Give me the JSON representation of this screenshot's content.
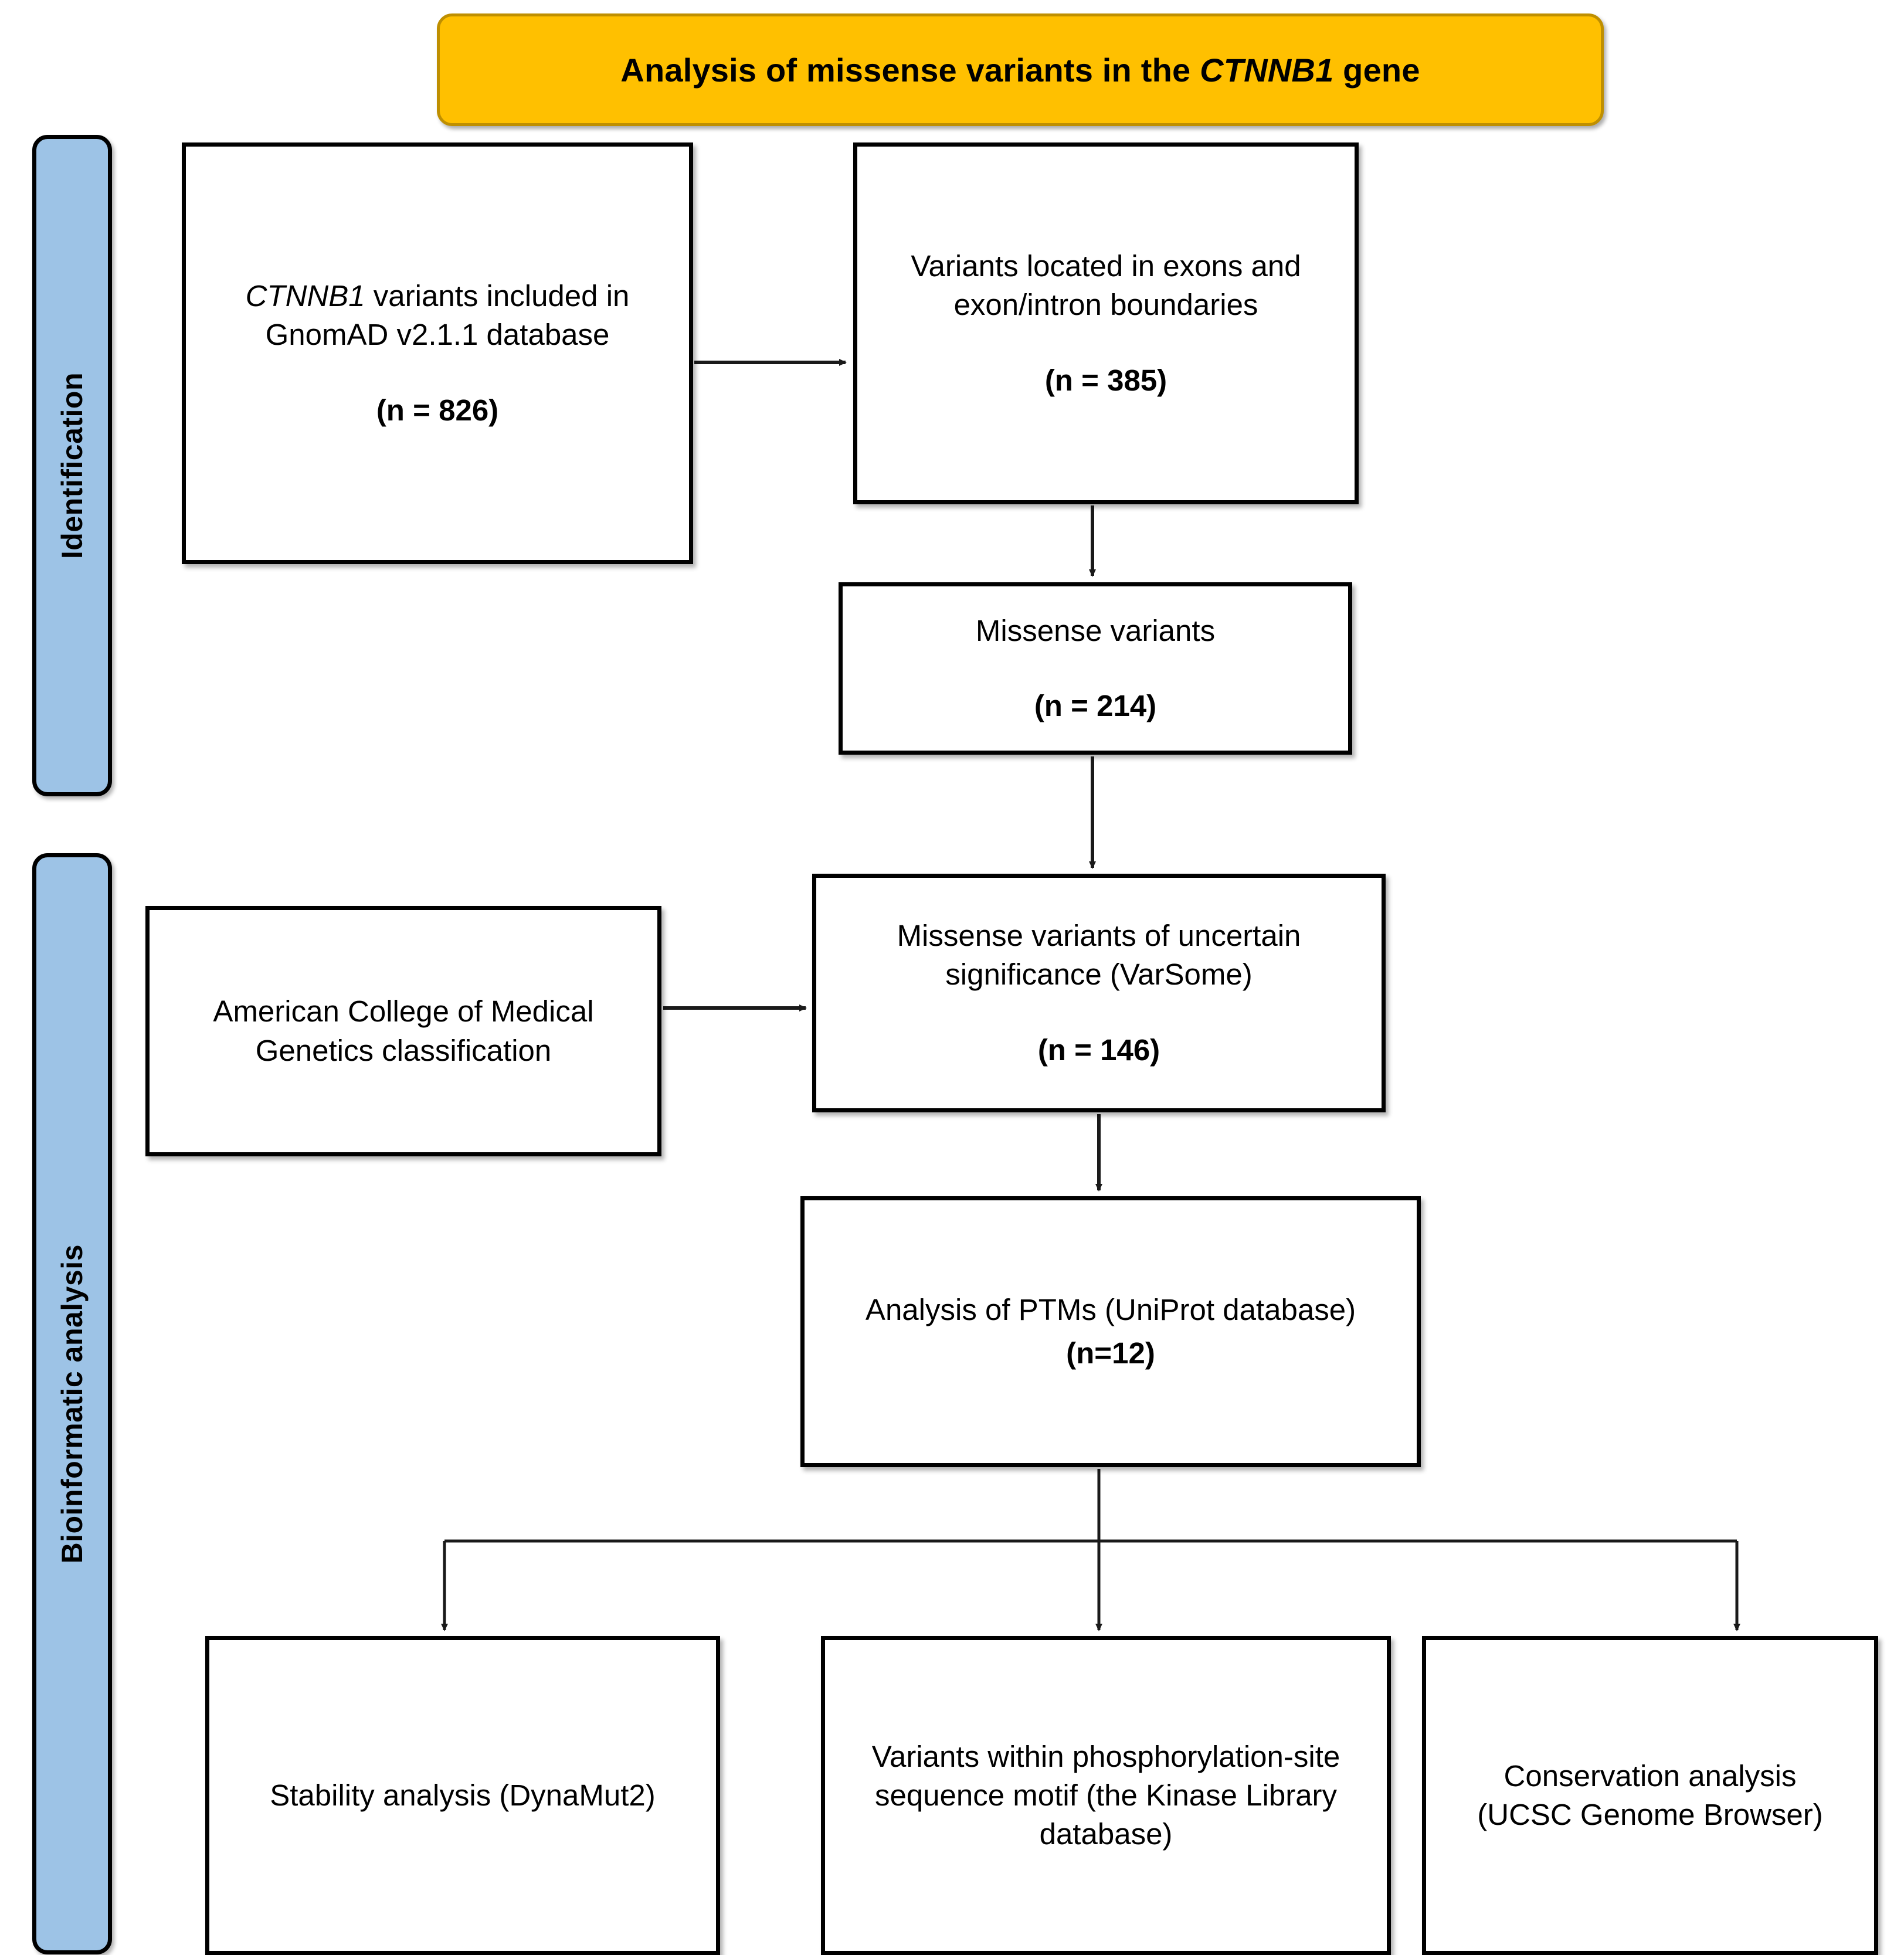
{
  "banner": {
    "title_pre": "Analysis of missense variants in the ",
    "title_gene": "CTNNB1",
    "title_post": " gene",
    "fill_color": "#FFC000",
    "border_color": "#BF8F00"
  },
  "stages": {
    "fill_color": "#9DC3E6",
    "items": [
      {
        "label": "Identification"
      },
      {
        "label": "Bioinformatic analysis"
      }
    ]
  },
  "boxes": {
    "gnomad": {
      "gene": "CTNNB1",
      "text_after_gene": " variants included in",
      "line2": "GnomAD v2.1.1 database",
      "count": "(n = 826)"
    },
    "exons": {
      "line1": "Variants located in exons and",
      "line2": "exon/intron boundaries",
      "count": "(n = 385)"
    },
    "missense": {
      "line1": "Missense variants",
      "count": "(n = 214)"
    },
    "vus": {
      "line1": "Missense variants of uncertain",
      "line2": "significance (VarSome)",
      "count": "(n = 146)"
    },
    "acmg": {
      "line1": "American College of Medical",
      "line2": "Genetics classification"
    },
    "ptm": {
      "line1": "Analysis of PTMs (UniProt database)",
      "count": "(n=12)"
    },
    "stability": {
      "line1": "Stability analysis (DynaMut2)"
    },
    "kinase": {
      "line1": "Variants within phosphorylation-site",
      "line2": "sequence motif (the Kinase Library",
      "line3": "database)"
    },
    "conservation": {
      "line1": "Conservation analysis",
      "line2": "(UCSC Genome Browser)"
    }
  },
  "flow": {
    "edges": [
      {
        "from": "gnomad",
        "to": "exons",
        "direction": "right"
      },
      {
        "from": "exons",
        "to": "missense",
        "direction": "down"
      },
      {
        "from": "missense",
        "to": "vus",
        "direction": "down"
      },
      {
        "from": "acmg",
        "to": "vus",
        "direction": "right"
      },
      {
        "from": "vus",
        "to": "ptm",
        "direction": "down"
      },
      {
        "from": "ptm",
        "to": "stability",
        "direction": "down-branch-left"
      },
      {
        "from": "ptm",
        "to": "kinase",
        "direction": "down-branch-center"
      },
      {
        "from": "ptm",
        "to": "conservation",
        "direction": "down-branch-right"
      }
    ]
  }
}
